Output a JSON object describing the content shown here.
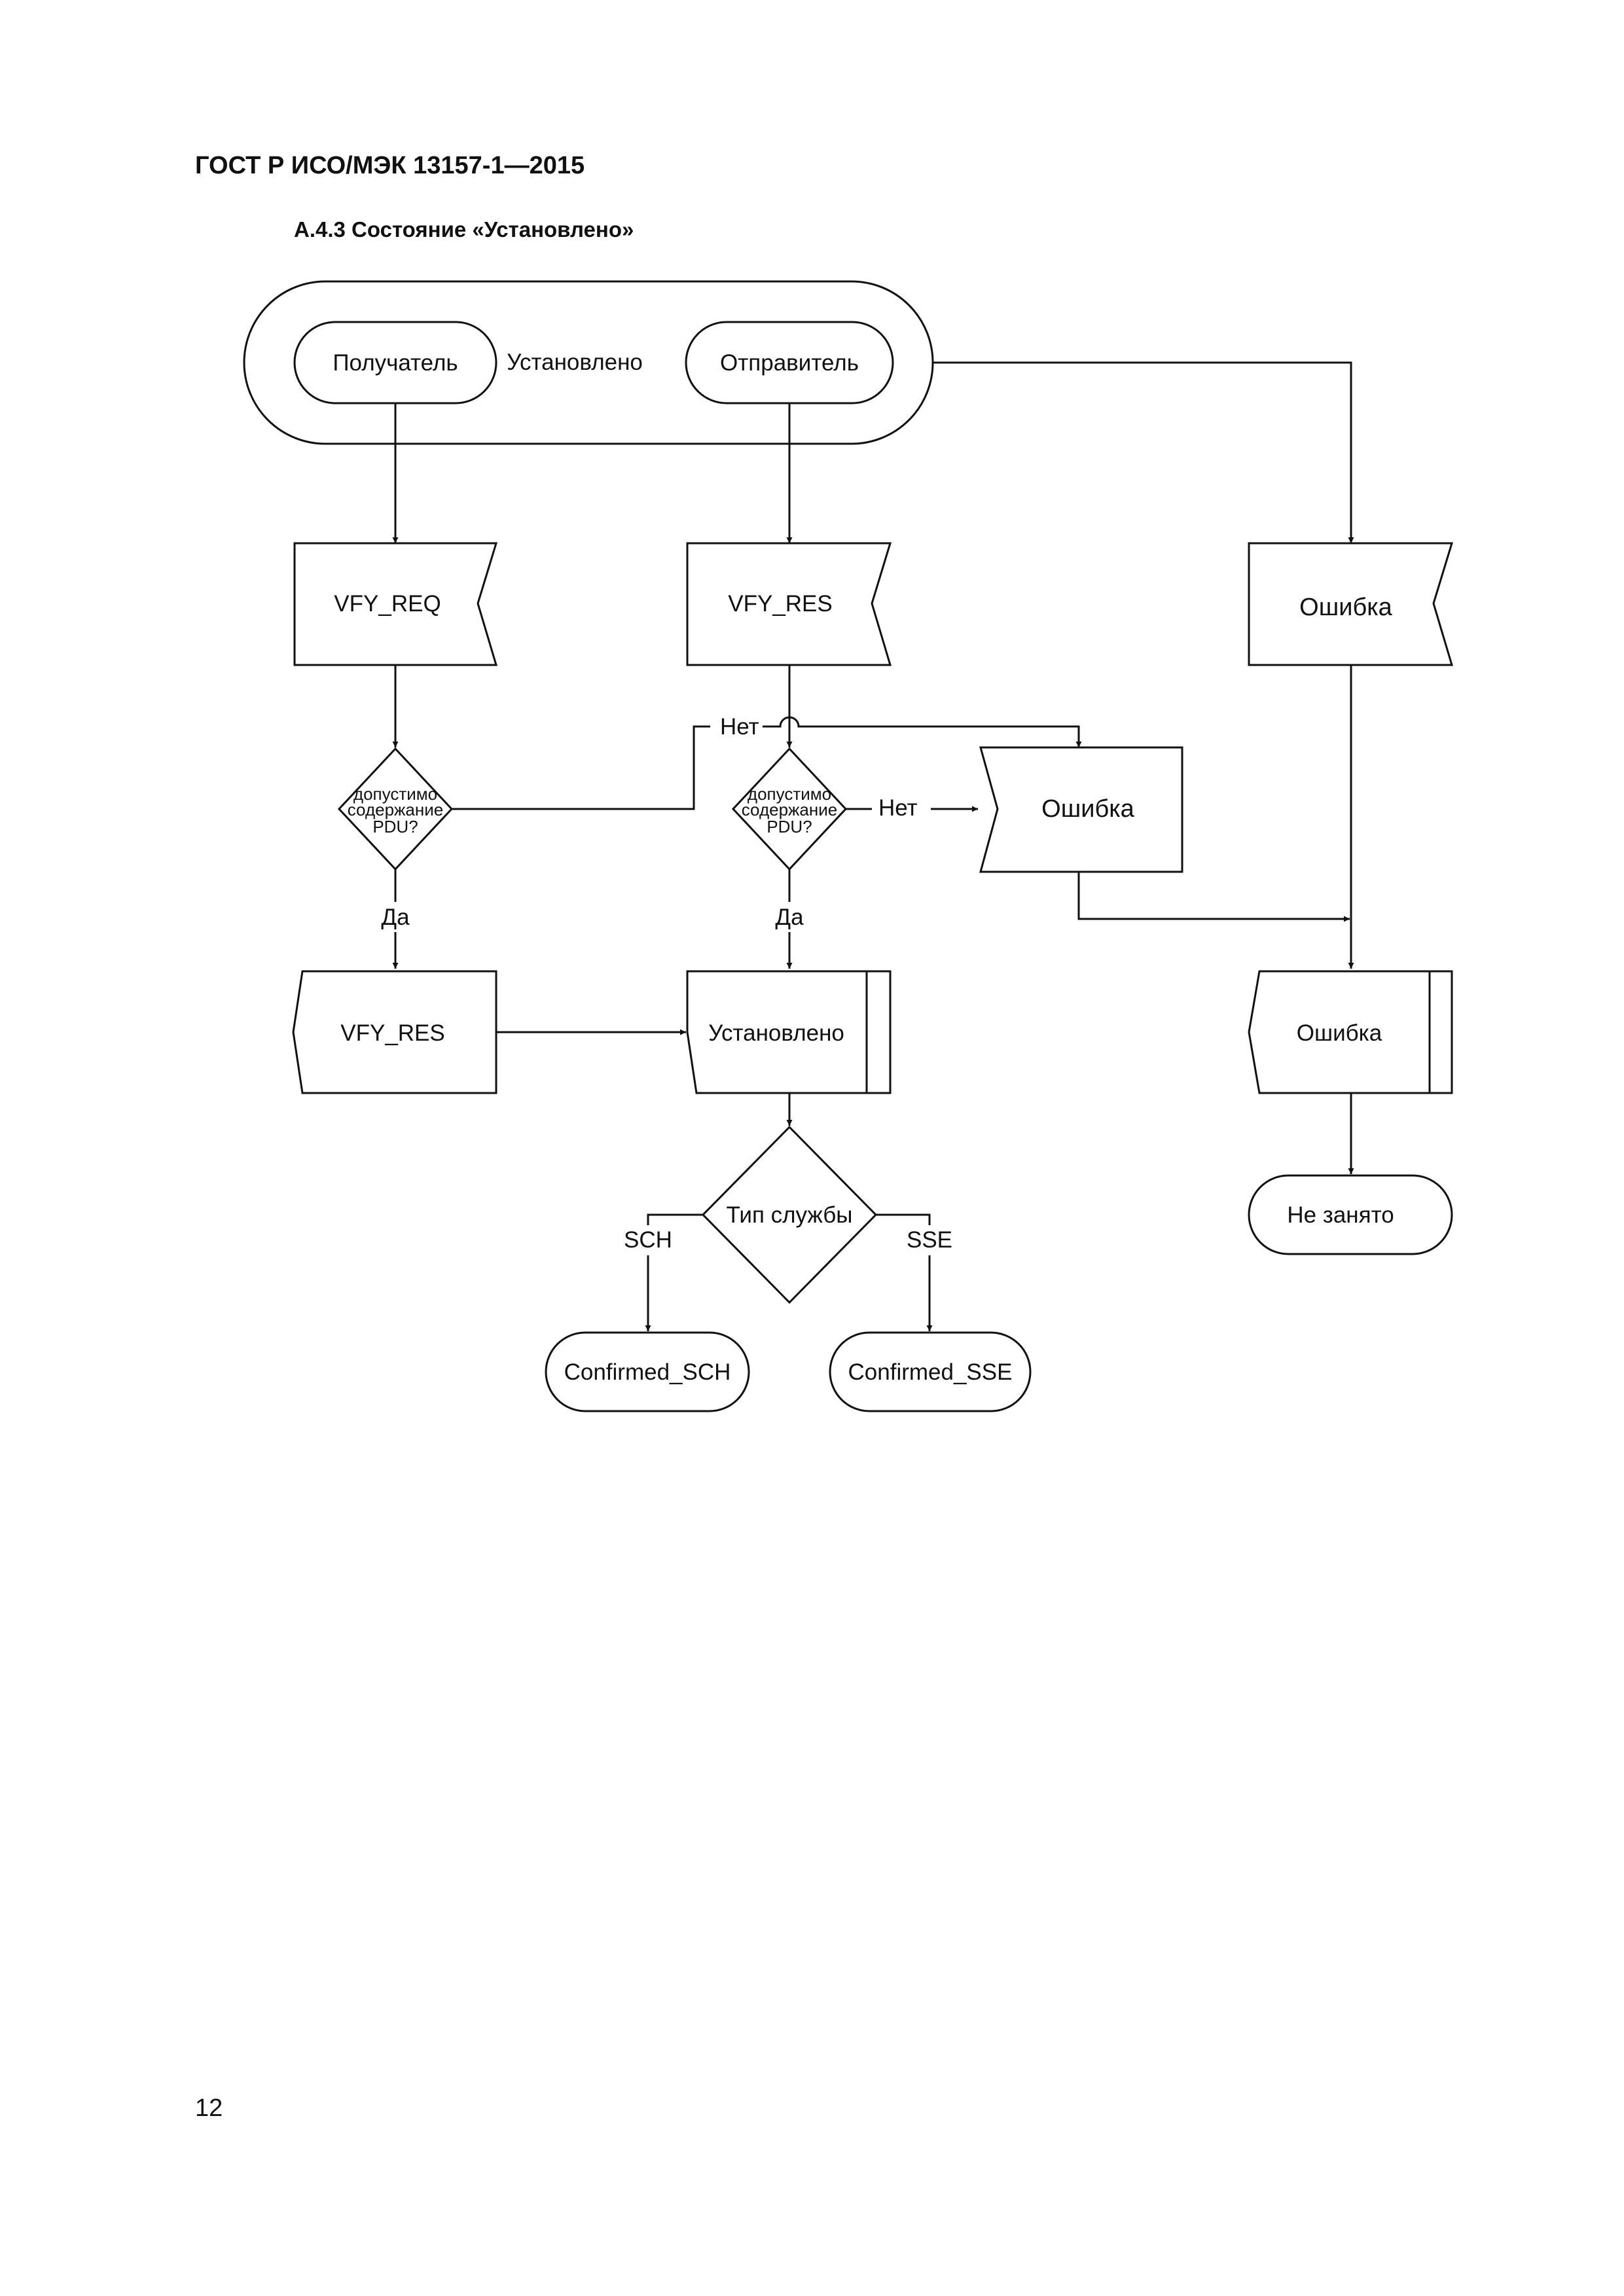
{
  "document": {
    "standard": "ГОСТ Р ИСО/МЭК 13157-1—2015",
    "section_title": "А.4.3 Состояние «Установлено»",
    "page_number": "12"
  },
  "diagram": {
    "state_label": "Установлено",
    "receiver": "Получатель",
    "sender": "Отправитель",
    "vfy_req": "VFY_REQ",
    "vfy_res_in": "VFY_RES",
    "error_in": "Ошибка",
    "decision1": [
      "допустимо",
      "содержание",
      "PDU?"
    ],
    "decision2": [
      "допустимо",
      "содержание",
      "PDU?"
    ],
    "no_label_1": "Нет",
    "no_label_2": "Нет",
    "yes_label_1": "Да",
    "yes_label_2": "Да",
    "error_mid": "Ошибка",
    "vfy_res_out": "VFY_RES",
    "established_task": "Установлено",
    "error_out": "Ошибка",
    "not_busy": "Не занято",
    "service_type": "Тип службы",
    "branch_sch": "SCH",
    "branch_sse": "SSE",
    "confirmed_sch": "Confirmed_SCH",
    "confirmed_sse": "Confirmed_SSE"
  }
}
